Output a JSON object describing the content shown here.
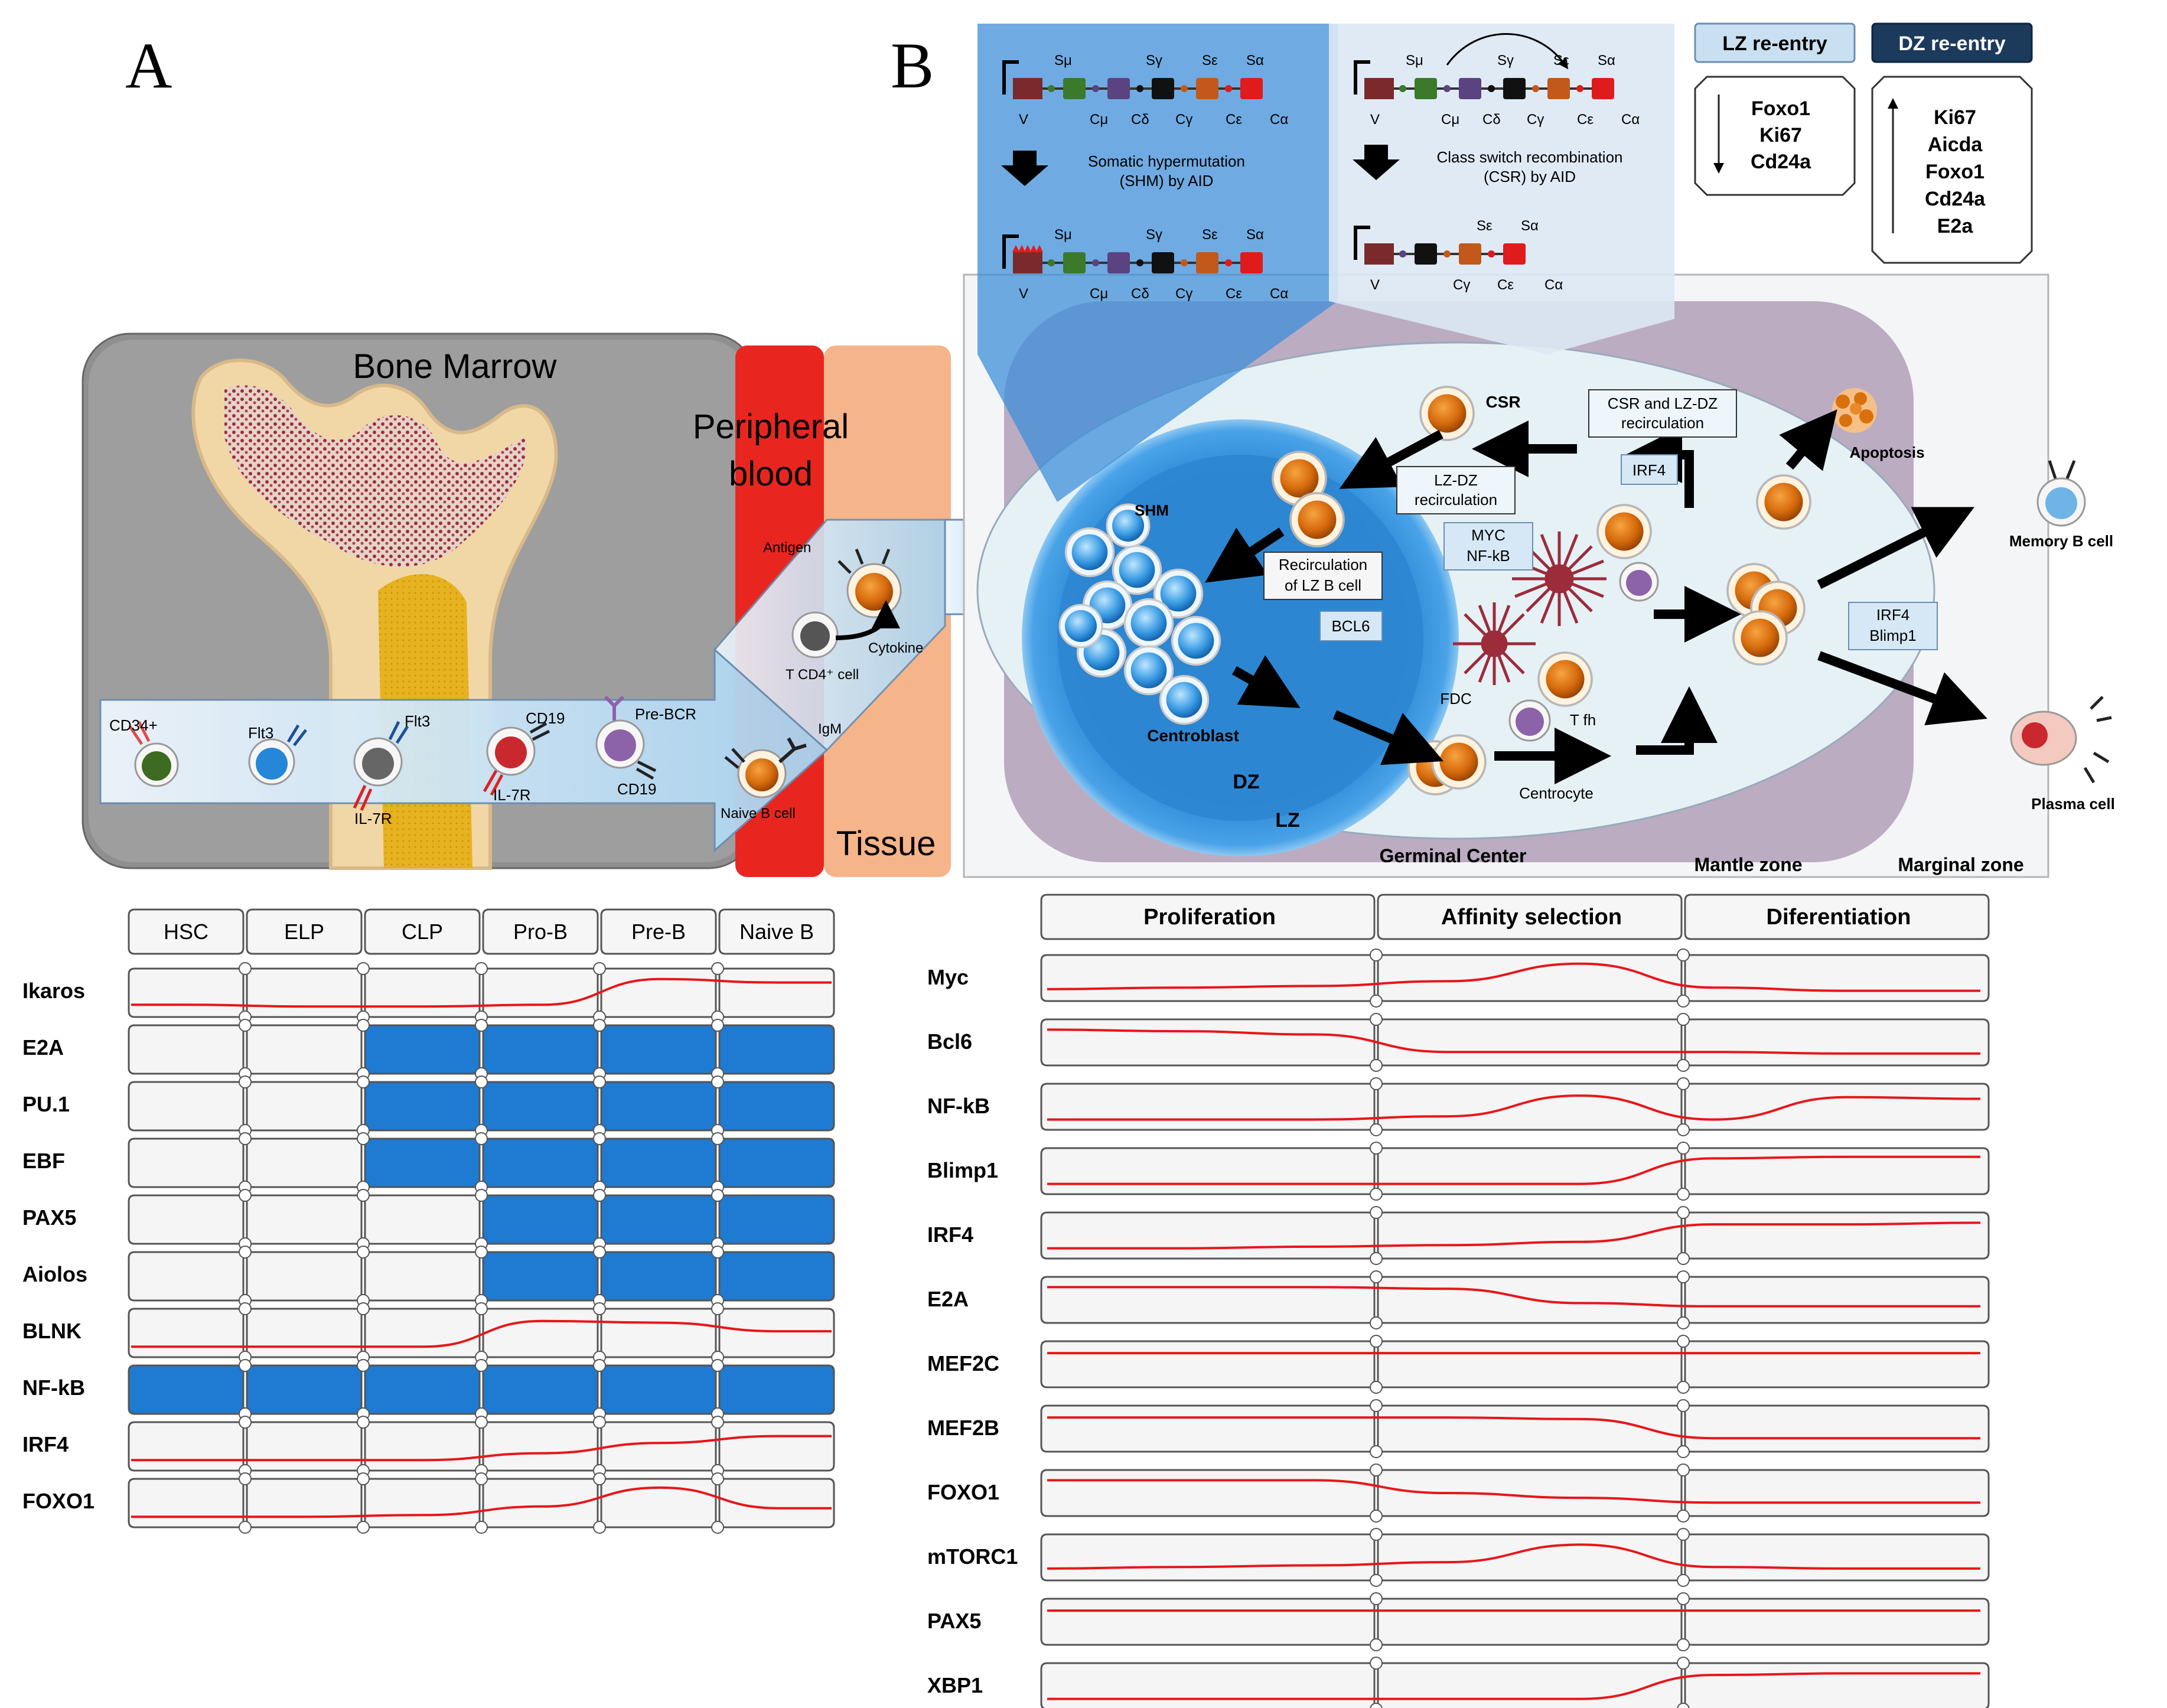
{
  "panels": {
    "a": "A",
    "b": "B"
  },
  "bone": {
    "title": "Bone Marrow",
    "pb_line1": "Peripheral",
    "pb_line2": "blood",
    "tissue": "Tissue",
    "labels": {
      "cd34": "CD34+",
      "flt3a": "Flt3",
      "flt3b": "Flt3",
      "il7ra": "IL-7R",
      "cd19a": "CD19",
      "il7rb": "IL-7R",
      "prebcr": "Pre-BCR",
      "cd19b": "CD19",
      "naive": "Naive B cell",
      "igm": "IgM",
      "antigen": "Antigen",
      "tcell": "T CD4⁺ cell",
      "cytokine": "Cytokine"
    }
  },
  "shm": {
    "top": [
      "Sμ",
      "Sγ",
      "Sε",
      "Sα"
    ],
    "bottom": [
      "Cμ",
      "Cδ",
      "Cγ",
      "Cε",
      "Cα"
    ],
    "v": "V",
    "label1": "Somatic hypermutation",
    "label2": "(SHM) by AID"
  },
  "csr": {
    "top": [
      "Sμ",
      "Sγ",
      "Sε",
      "Sα"
    ],
    "bottom": [
      "Cμ",
      "Cδ",
      "Cγ",
      "Cε",
      "Cα"
    ],
    "top2": [
      "Sε",
      "Sα"
    ],
    "bottom2": [
      "Cγ",
      "Cε",
      "Cα"
    ],
    "v": "V",
    "label1": "Class switch recombination",
    "label2": "(CSR) by AID"
  },
  "reentry": {
    "lz_title": "LZ re-entry",
    "lz_items": [
      "Foxo1",
      "Ki67",
      "Cd24a"
    ],
    "dz_title": "DZ re-entry",
    "dz_items": [
      "Ki67",
      "Aicda",
      "Foxo1",
      "Cd24a",
      "E2a"
    ]
  },
  "gc": {
    "shm": "SHM",
    "centroblast": "Centroblast",
    "dz": "DZ",
    "lz": "LZ",
    "gc": "Germinal Center",
    "mantle": "Mantle zone",
    "marginal": "Marginal zone",
    "csr": "CSR",
    "csr_box1": "CSR and LZ-DZ",
    "csr_box2": "recirculation",
    "irf4": "IRF4",
    "lzdz1": "LZ-DZ",
    "lzdz2": "recirculation",
    "myc": "MYC",
    "nfkb": "NF-kB",
    "recirc1": "Recirculation",
    "recirc2": "of LZ B cell",
    "bcl6": "BCL6",
    "fdc": "FDC",
    "tfh": "T fh",
    "centrocyte": "Centrocyte",
    "apoptosis": "Apoptosis",
    "memory": "Memory B cell",
    "plasma": "Plasma cell",
    "irf4b": "IRF4",
    "blimp1": "Blimp1"
  },
  "table_a": {
    "headers": [
      "HSC",
      "ELP",
      "CLP",
      "Pro-B",
      "Pre-B",
      "Naive B"
    ],
    "rows": [
      {
        "name": "Ikaros",
        "type": "curve",
        "levels": [
          0.15,
          0.1,
          0.1,
          0.15,
          0.9,
          0.8
        ]
      },
      {
        "name": "E2A",
        "type": "bar",
        "active": [
          0,
          0,
          1,
          1,
          1,
          1
        ]
      },
      {
        "name": "PU.1",
        "type": "bar",
        "active": [
          0,
          0,
          1,
          1,
          1,
          1
        ]
      },
      {
        "name": "EBF",
        "type": "bar",
        "active": [
          0,
          0,
          1,
          1,
          1,
          1
        ]
      },
      {
        "name": "PAX5",
        "type": "bar",
        "active": [
          0,
          0,
          0,
          1,
          1,
          1
        ]
      },
      {
        "name": "Aiolos",
        "type": "bar",
        "active": [
          0,
          0,
          0,
          1,
          1,
          1
        ]
      },
      {
        "name": "BLNK",
        "type": "curve",
        "levels": [
          0.1,
          0.1,
          0.1,
          0.85,
          0.8,
          0.55
        ]
      },
      {
        "name": "NF-kB",
        "type": "bar",
        "active": [
          1,
          1,
          1,
          1,
          1,
          1
        ]
      },
      {
        "name": "IRF4",
        "type": "curve",
        "levels": [
          0.1,
          0.1,
          0.1,
          0.3,
          0.6,
          0.8
        ]
      },
      {
        "name": "FOXO1",
        "type": "curve",
        "levels": [
          0.1,
          0.1,
          0.15,
          0.4,
          0.95,
          0.35
        ]
      }
    ]
  },
  "table_b": {
    "headers": [
      "Proliferation",
      "Affinity selection",
      "Diferentiation"
    ],
    "rows": [
      {
        "name": "Myc",
        "levels": [
          0.15,
          0.2,
          0.25,
          0.4,
          0.95,
          0.2,
          0.1,
          0.1
        ]
      },
      {
        "name": "Bcl6",
        "levels": [
          0.9,
          0.85,
          0.75,
          0.2,
          0.2,
          0.2,
          0.15,
          0.15
        ]
      },
      {
        "name": "NF-kB",
        "levels": [
          0.1,
          0.1,
          0.1,
          0.2,
          0.85,
          0.1,
          0.8,
          0.75
        ]
      },
      {
        "name": "Blimp1",
        "levels": [
          0.1,
          0.1,
          0.1,
          0.1,
          0.1,
          0.9,
          0.95,
          0.95
        ]
      },
      {
        "name": "IRF4",
        "levels": [
          0.1,
          0.1,
          0.15,
          0.2,
          0.3,
          0.85,
          0.85,
          0.9
        ]
      },
      {
        "name": "E2A",
        "levels": [
          0.9,
          0.9,
          0.9,
          0.85,
          0.4,
          0.3,
          0.3,
          0.3
        ]
      },
      {
        "name": "MEF2C",
        "levels": [
          0.85,
          0.85,
          0.85,
          0.85,
          0.85,
          0.85,
          0.85,
          0.85
        ]
      },
      {
        "name": "MEF2B",
        "levels": [
          0.85,
          0.85,
          0.85,
          0.85,
          0.8,
          0.2,
          0.2,
          0.2
        ]
      },
      {
        "name": "FOXO1",
        "levels": [
          0.9,
          0.9,
          0.9,
          0.5,
          0.35,
          0.2,
          0.2,
          0.2
        ]
      },
      {
        "name": "mTORC1",
        "levels": [
          0.15,
          0.2,
          0.25,
          0.35,
          0.9,
          0.2,
          0.15,
          0.15
        ]
      },
      {
        "name": "PAX5",
        "levels": [
          0.85,
          0.85,
          0.85,
          0.85,
          0.85,
          0.85,
          0.85,
          0.85
        ]
      },
      {
        "name": "XBP1",
        "levels": [
          0.1,
          0.1,
          0.1,
          0.1,
          0.1,
          0.85,
          0.9,
          0.9
        ]
      }
    ]
  },
  "colors": {
    "curve": "#e8161a",
    "active": "#1f7ad1",
    "cell_bg": "#f5f5f5",
    "border": "#555555"
  }
}
